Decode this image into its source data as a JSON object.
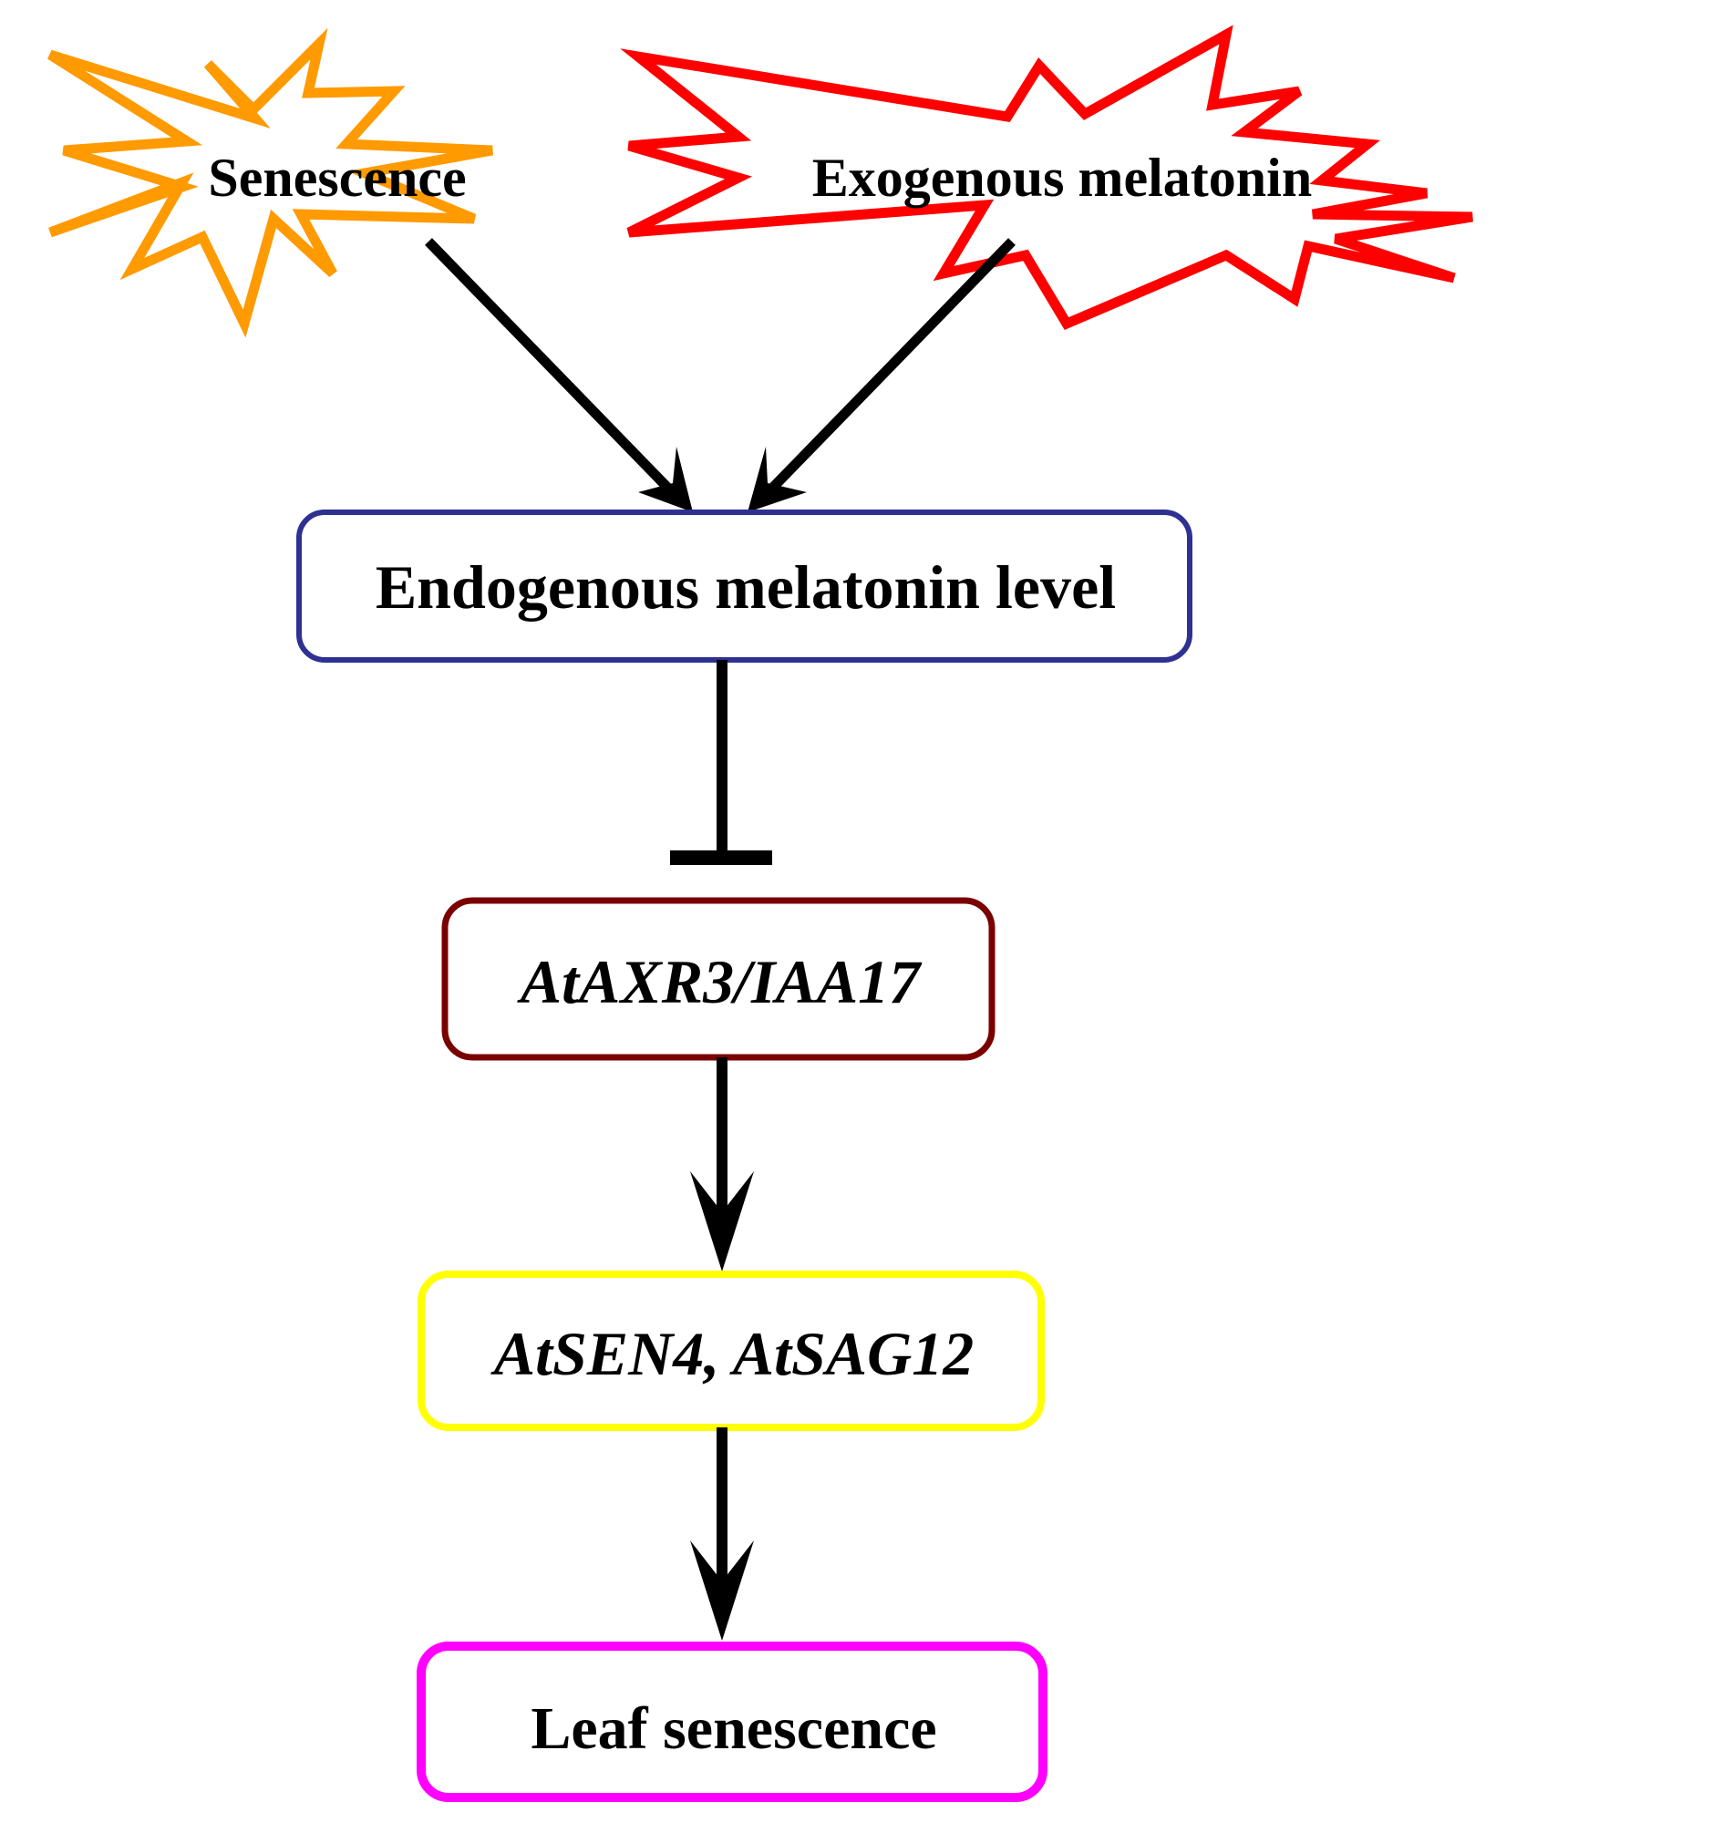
{
  "diagram": {
    "inputs": {
      "senescence": {
        "label": "Senescence",
        "color": "#ff9a00"
      },
      "exogenous": {
        "label": "Exogenous melatonin",
        "color": "#ff0000"
      }
    },
    "nodes": {
      "endogenous": {
        "label": "Endogenous melatonin level",
        "color": "#2e3192"
      },
      "axr3": {
        "label": "AtAXR3/IAA17",
        "color": "#7a0000"
      },
      "sen4": {
        "label": "AtSEN4, AtSAG12",
        "color": "#ffff00"
      },
      "leaf": {
        "label": "Leaf senescence",
        "color": "#ff00ff"
      }
    },
    "edges": [
      {
        "from": "Senescence",
        "to": "Endogenous melatonin level",
        "type": "activation"
      },
      {
        "from": "Exogenous melatonin",
        "to": "Endogenous melatonin level",
        "type": "activation"
      },
      {
        "from": "Endogenous melatonin level",
        "to": "AtAXR3/IAA17",
        "type": "inhibition"
      },
      {
        "from": "AtAXR3/IAA17",
        "to": "AtSEN4, AtSAG12",
        "type": "activation"
      },
      {
        "from": "AtSEN4, AtSAG12",
        "to": "Leaf senescence",
        "type": "activation"
      }
    ],
    "arrow_color": "#000000"
  }
}
